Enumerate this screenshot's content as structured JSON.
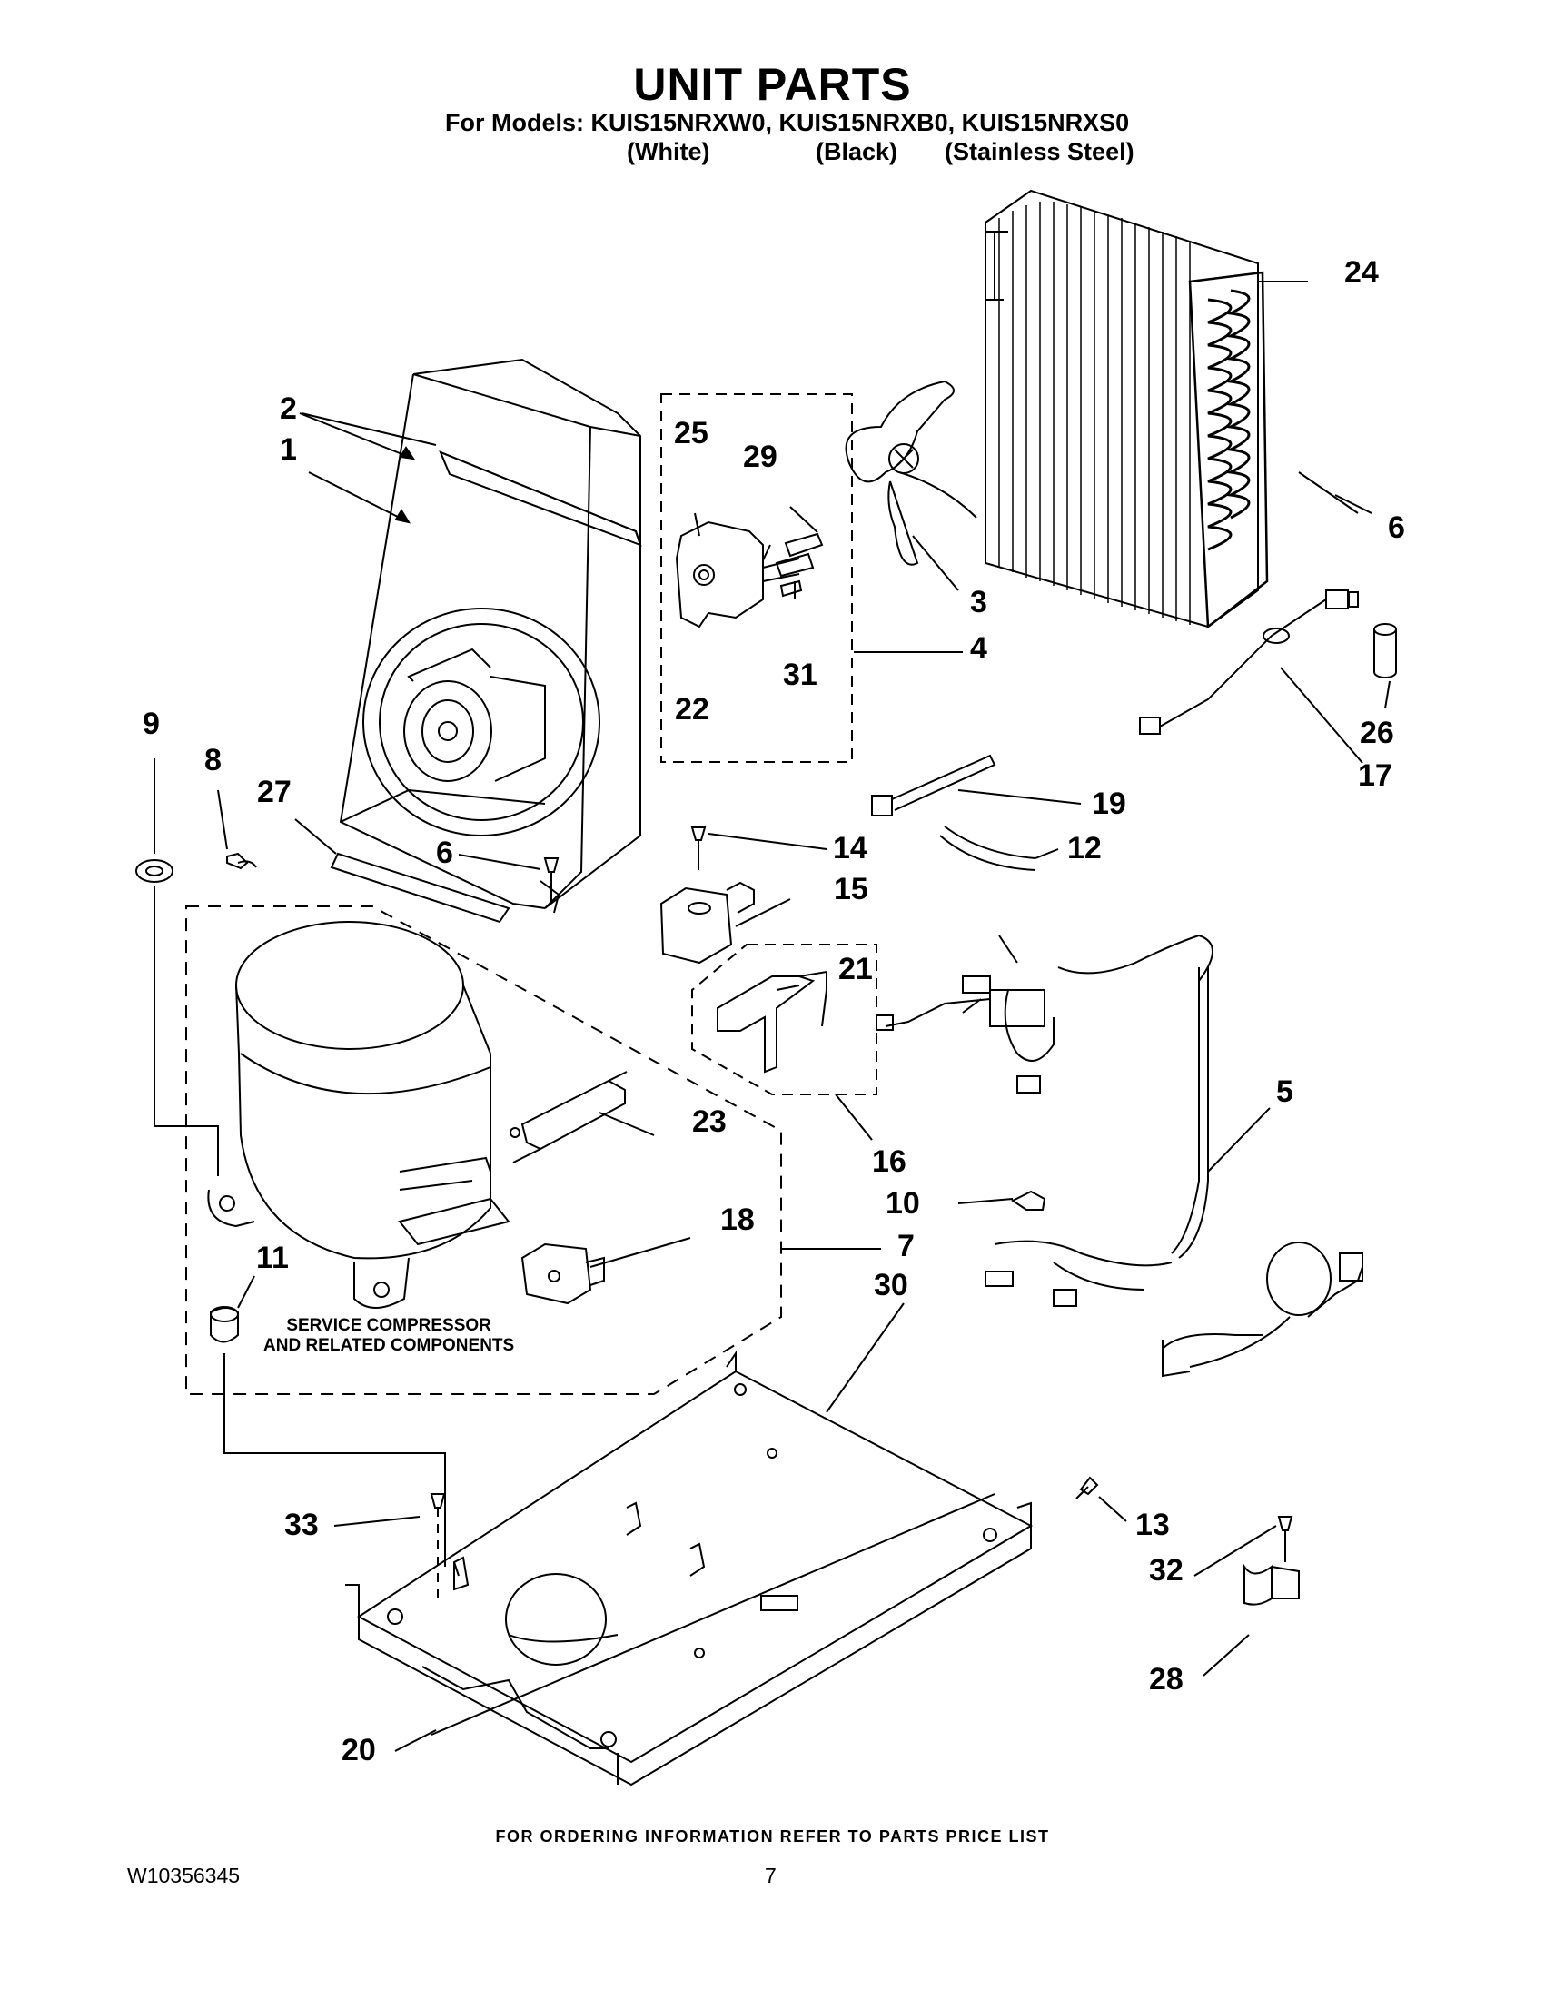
{
  "header": {
    "title": "UNIT PARTS",
    "models_line": "For Models: KUIS15NRXW0, KUIS15NRXB0, KUIS15NRXS0",
    "variants": [
      "(White)",
      "(Black)",
      "(Stainless Steel)"
    ]
  },
  "callouts": {
    "c1": "1",
    "c2": "2",
    "c3": "3",
    "c4": "4",
    "c5": "5",
    "c6a": "6",
    "c6b": "6",
    "c7": "7",
    "c8": "8",
    "c9": "9",
    "c10": "10",
    "c11": "11",
    "c12": "12",
    "c13": "13",
    "c14": "14",
    "c15": "15",
    "c16": "16",
    "c17": "17",
    "c18": "18",
    "c19": "19",
    "c20": "20",
    "c21": "21",
    "c22": "22",
    "c23": "23",
    "c24": "24",
    "c25": "25",
    "c26": "26",
    "c27": "27",
    "c28": "28",
    "c29": "29",
    "c30": "30",
    "c31": "31",
    "c32": "32",
    "c33": "33"
  },
  "service_note": [
    "SERVICE COMPRESSOR",
    "AND RELATED COMPONENTS"
  ],
  "footer": {
    "ordering_info": "FOR ORDERING INFORMATION REFER TO PARTS PRICE LIST",
    "document_number": "W10356345",
    "page_number": "7"
  }
}
